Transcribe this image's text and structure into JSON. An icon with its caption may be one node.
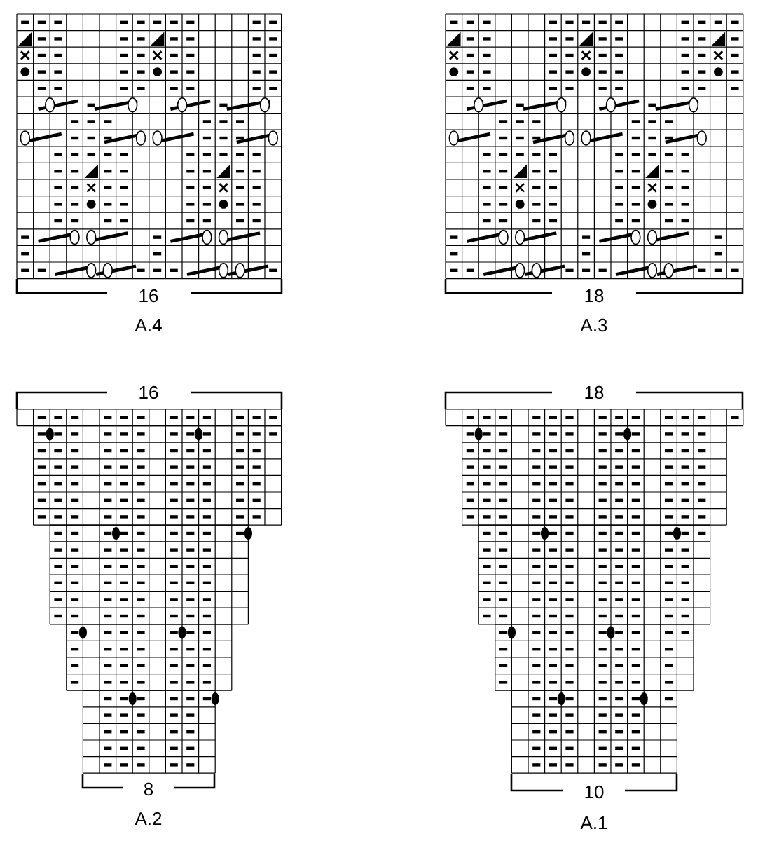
{
  "diagram": {
    "labels": [
      "16",
      "A.4",
      "18",
      "A.3",
      "16",
      "8",
      "A.2",
      "18",
      "10",
      "A.1"
    ]
  }
}
